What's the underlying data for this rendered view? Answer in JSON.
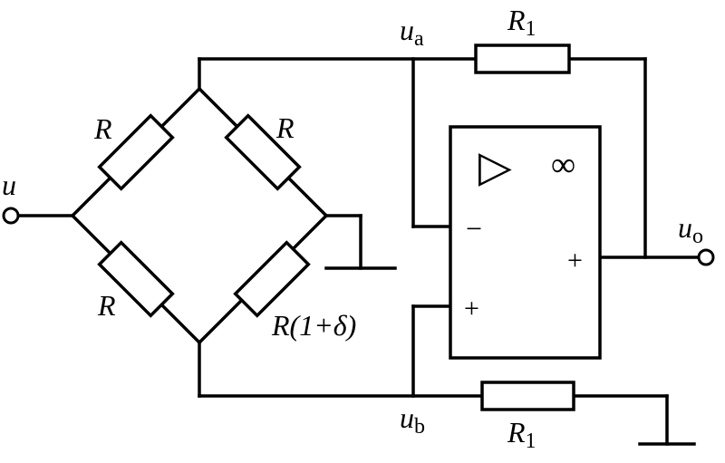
{
  "labels": {
    "input_node": {
      "main": "u",
      "sub": ""
    },
    "node_a": {
      "main": "u",
      "sub": "a"
    },
    "node_b": {
      "main": "u",
      "sub": "b"
    },
    "output_node": {
      "main": "u",
      "sub": "o"
    },
    "feedback_resistor": {
      "main": "R",
      "sub": "1"
    },
    "ground_resistor": {
      "main": "R",
      "sub": "1"
    },
    "bridge_top_left": "R",
    "bridge_top_right": "R",
    "bridge_bottom_left": "R",
    "bridge_bottom_right": "R(1+δ)",
    "opamp_triangle": "▷",
    "opamp_gain": "∞",
    "opamp_inverting": "−",
    "opamp_noninverting": "+",
    "opamp_output_sign": "+"
  }
}
